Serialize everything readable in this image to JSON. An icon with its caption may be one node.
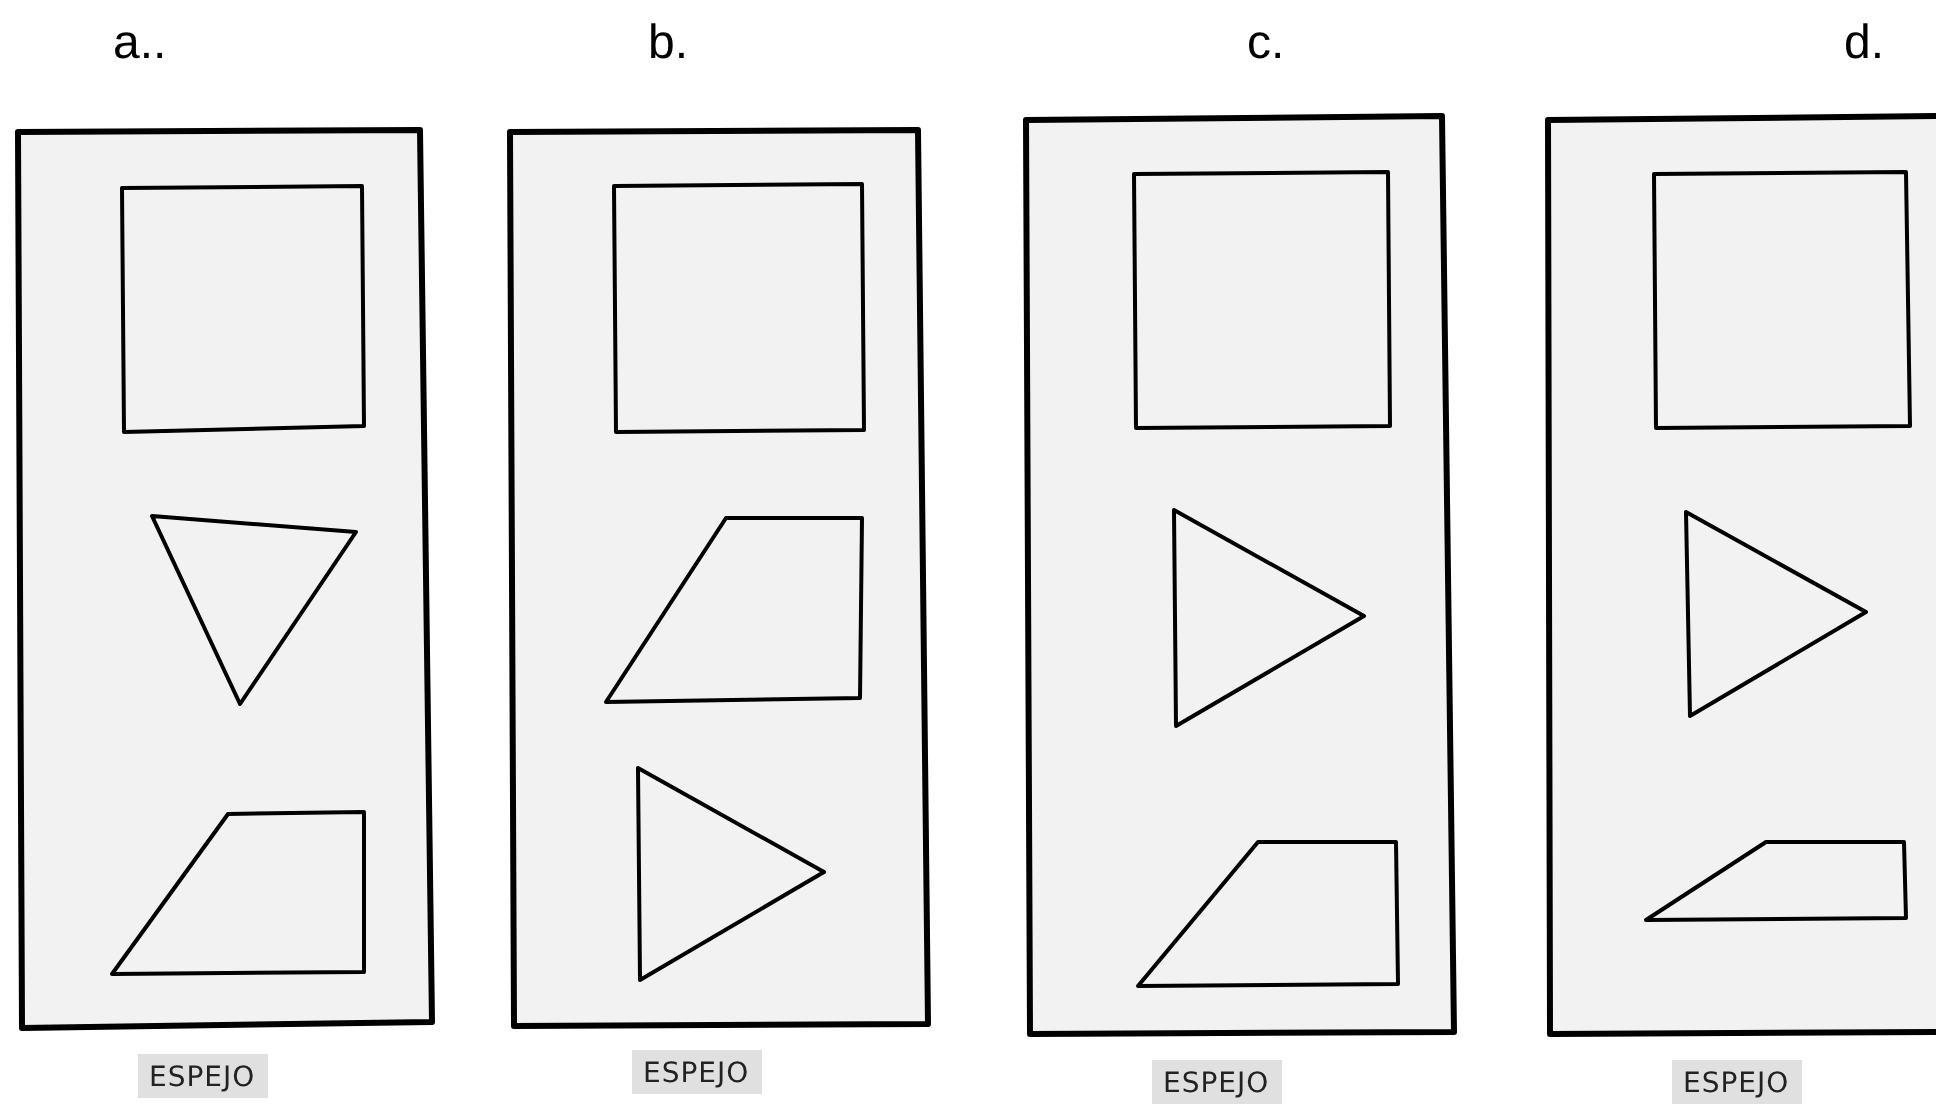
{
  "diagram": {
    "labels": [
      "a..",
      "b.",
      "c.",
      "d.",
      "ESPEJO",
      "ESPEJO",
      "ESPEJO",
      "ESPEJO"
    ]
  }
}
